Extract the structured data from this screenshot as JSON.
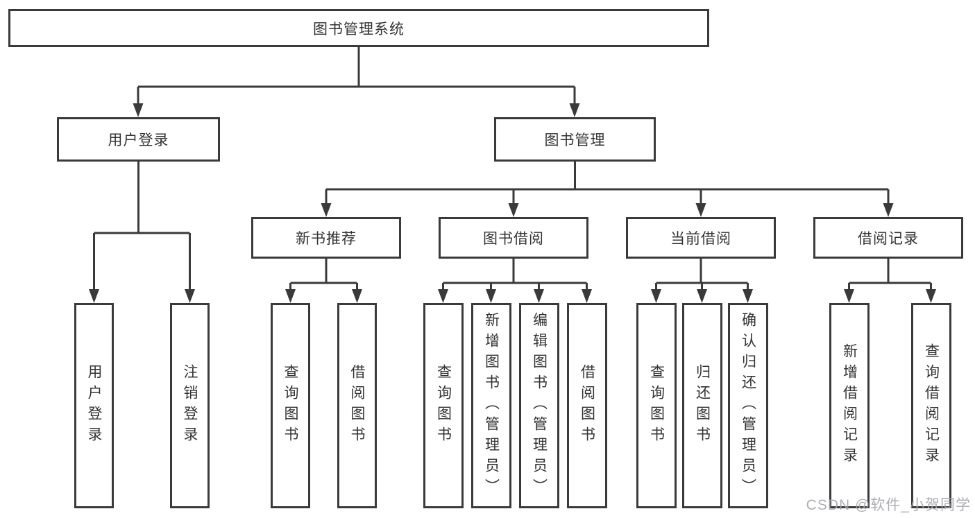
{
  "diagram": {
    "root": {
      "label": "图书管理系统"
    },
    "branches": [
      {
        "label": "用户登录",
        "children": [
          {
            "label": "用户登录"
          },
          {
            "label": "注销登录"
          }
        ]
      },
      {
        "label": "图书管理",
        "children": [
          {
            "label": "新书推荐",
            "children": [
              {
                "label": "查询图书"
              },
              {
                "label": "借阅图书"
              }
            ]
          },
          {
            "label": "图书借阅",
            "children": [
              {
                "label": "查询图书"
              },
              {
                "label": "新增图书（管理员）"
              },
              {
                "label": "编辑图书（管理员）"
              },
              {
                "label": "借阅图书"
              }
            ]
          },
          {
            "label": "当前借阅",
            "children": [
              {
                "label": "查询图书"
              },
              {
                "label": "归还图书"
              },
              {
                "label": "确认归还（管理员）"
              }
            ]
          },
          {
            "label": "借阅记录",
            "children": [
              {
                "label": "新增借阅记录"
              },
              {
                "label": "查询借阅记录"
              }
            ]
          }
        ]
      }
    ]
  },
  "watermark": {
    "text": "CSDN @软件_小贺同学"
  },
  "colors": {
    "line": "#3a3a3a",
    "text": "#333333",
    "background": "#ffffff",
    "watermark": "#a6a6ad"
  }
}
